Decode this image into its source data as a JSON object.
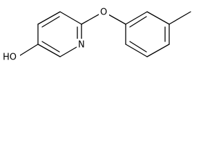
{
  "molecule": {
    "atoms": {
      "hydroxyl": "HO",
      "ring_nitrogen": "N",
      "ether_oxygen": "O"
    }
  }
}
